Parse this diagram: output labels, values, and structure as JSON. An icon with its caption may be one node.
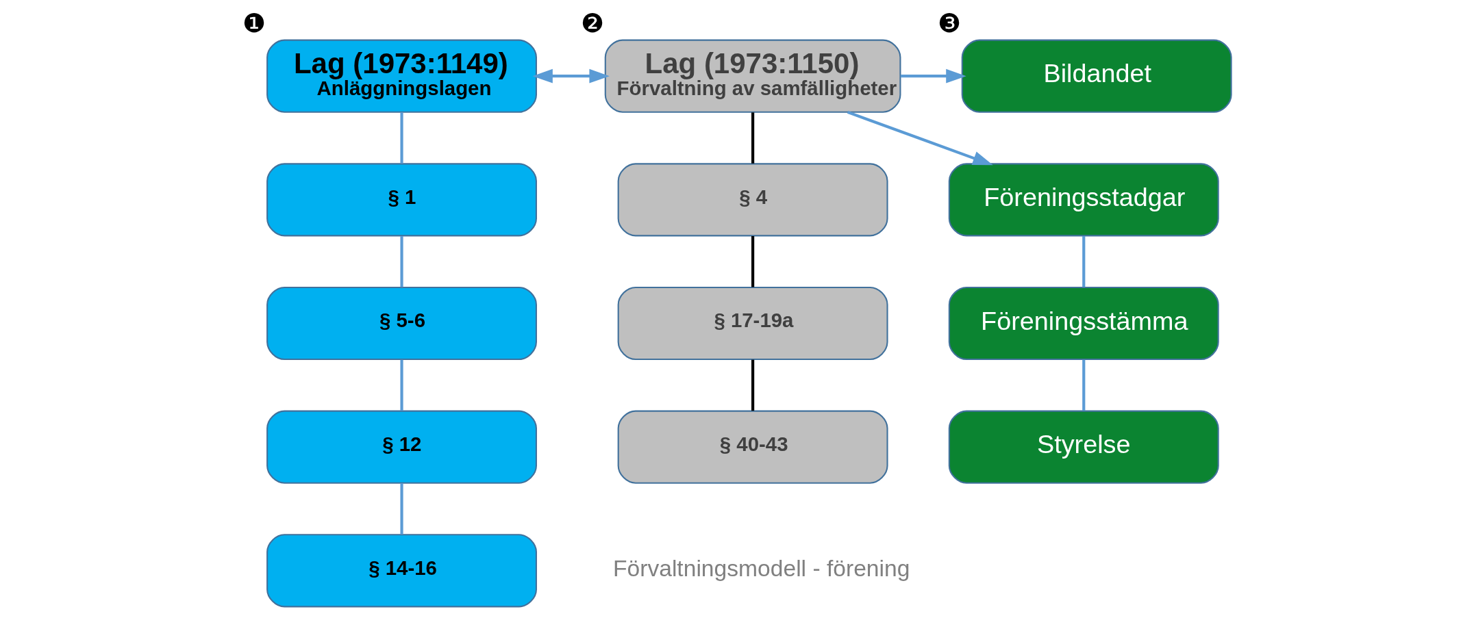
{
  "diagram": {
    "nodes": [
      {
        "text": [
          "Lag (1973:1149)",
          "Anläggningslagen"
        ],
        "beside": [
          "❶"
        ]
      },
      {
        "text": [
          "§ 1"
        ]
      },
      {
        "text": [
          "§ 5-6"
        ]
      },
      {
        "text": [
          "§ 12"
        ]
      },
      {
        "text": [
          "§ 14-16"
        ]
      },
      {
        "text": [
          "Lag (1973:1150)",
          "Förvaltning av samfälligheter"
        ],
        "beside": [
          "❷"
        ]
      },
      {
        "text": [
          "§ 4"
        ]
      },
      {
        "text": [
          "§ 17-19a"
        ]
      },
      {
        "text": [
          "§ 40-43"
        ]
      },
      {
        "text": [
          "Bildandet"
        ],
        "beside": [
          "❸"
        ]
      },
      {
        "text": [
          "Föreningsstadgar"
        ]
      },
      {
        "text": [
          "Föreningsstämma"
        ]
      },
      {
        "text": [
          "Styrelse"
        ]
      }
    ],
    "edges": [
      {
        "from": 0,
        "to": 5,
        "arrow": "both"
      },
      {
        "from": 0,
        "to": 1,
        "arrow": "none"
      },
      {
        "from": 1,
        "to": 2,
        "arrow": "none"
      },
      {
        "from": 2,
        "to": 3,
        "arrow": "none"
      },
      {
        "from": 3,
        "to": 4,
        "arrow": "none"
      },
      {
        "from": 5,
        "to": 6,
        "arrow": "none",
        "color": "#000000"
      },
      {
        "from": 6,
        "to": 7,
        "arrow": "none",
        "color": "#000000"
      },
      {
        "from": 7,
        "to": 8,
        "arrow": "none",
        "color": "#000000"
      },
      {
        "from": 5,
        "to": 9,
        "arrow": "to"
      },
      {
        "from": 5,
        "to": 10,
        "arrow": "to"
      },
      {
        "from": 10,
        "to": 11,
        "arrow": "none"
      },
      {
        "from": 11,
        "to": 12,
        "arrow": "none"
      }
    ],
    "labels": [
      "Förvaltningsmodell - förening"
    ]
  }
}
